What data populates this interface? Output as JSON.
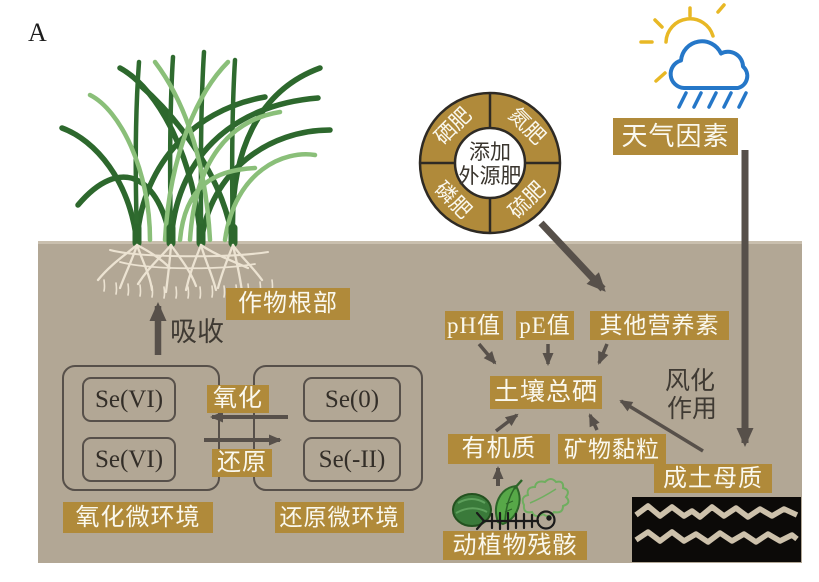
{
  "figure": {
    "panel_label": "A"
  },
  "wheel": {
    "center": [
      "添加",
      "外源肥"
    ],
    "segments": [
      "硒肥",
      "氮肥",
      "磷肥",
      "硫肥"
    ]
  },
  "weather": {
    "label": "天气因素"
  },
  "labels": {
    "crop_root": "作物根部",
    "absorb": "吸收",
    "oxidation": "氧化",
    "reduction": "还原",
    "se6_top": "Se(VI)",
    "se6_bottom": "Se(VI)",
    "se0": "Se(0)",
    "se_minus2": "Se(-II)",
    "oxidizing_env": "氧化微环境",
    "reducing_env": "还原微环境",
    "ph": "pH值",
    "pe": "pE值",
    "other_nutrients": "其他营养素",
    "total_se": "土壤总硒",
    "organic": "有机质",
    "mineral": "矿物黏粒",
    "weathering": [
      "风化",
      "作用"
    ],
    "parent_material": "成土母质",
    "residues": "动植物残骸"
  },
  "colors": {
    "gold": "#b08a3a",
    "soil": "#b2a795",
    "arrow": "#57504a",
    "sun": "#e8b825",
    "cloud": "#2577c8",
    "rock": "#0c0a08",
    "rock_vein": "#cdc1ab"
  }
}
